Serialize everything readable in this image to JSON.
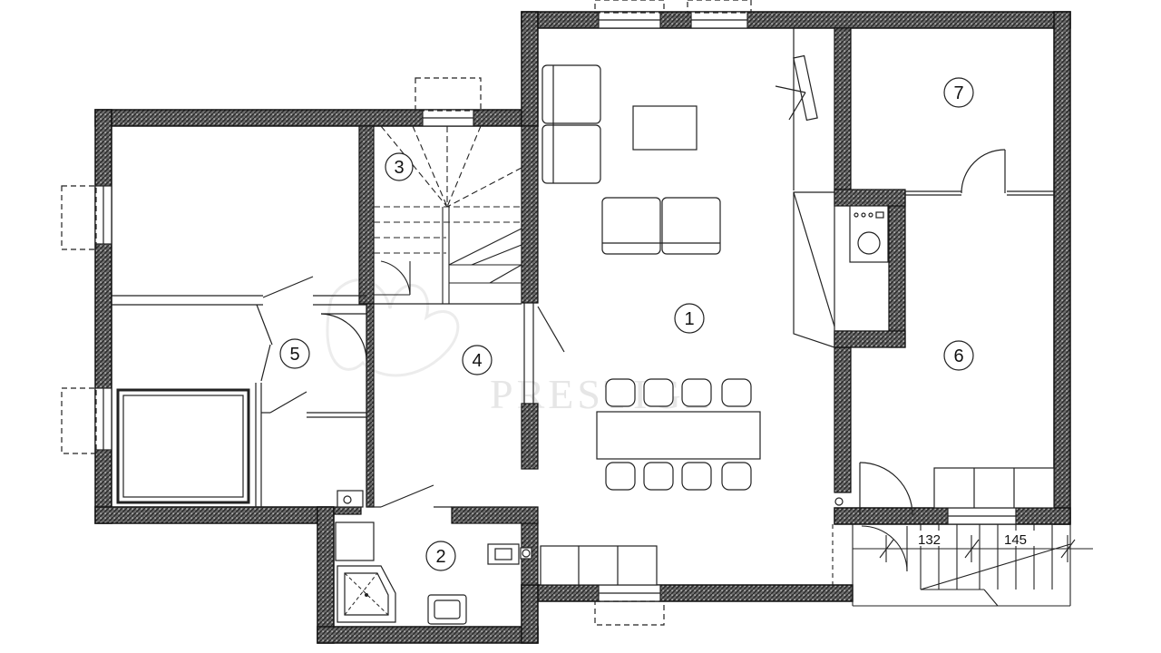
{
  "plan": {
    "rooms": [
      {
        "id": "1",
        "label": "1"
      },
      {
        "id": "2",
        "label": "2"
      },
      {
        "id": "3",
        "label": "3"
      },
      {
        "id": "4",
        "label": "4"
      },
      {
        "id": "5",
        "label": "5"
      },
      {
        "id": "6",
        "label": "6"
      },
      {
        "id": "7",
        "label": "7"
      }
    ],
    "dimensions": [
      {
        "label": "132"
      },
      {
        "label": "145"
      }
    ],
    "watermark": "PRESTIGE",
    "colors": {
      "wall_fill": "#555555",
      "wall_edge": "#111111",
      "line": "#222222",
      "watermark": "#e6e6e6"
    }
  }
}
